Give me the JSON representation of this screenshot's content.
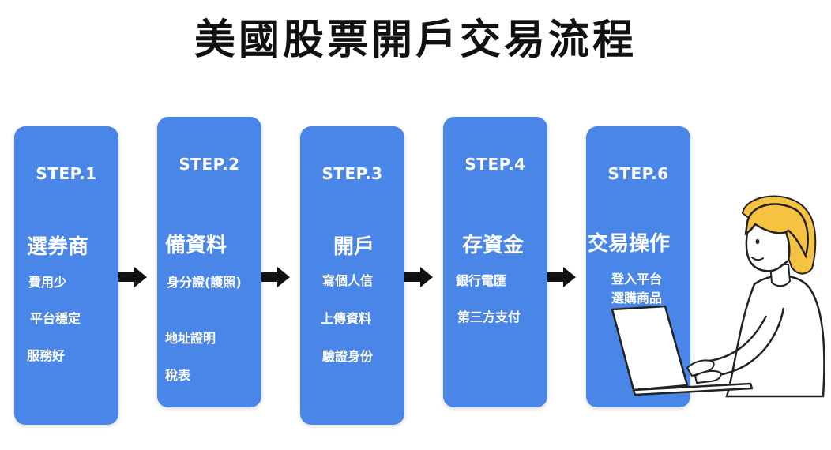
{
  "title": "美國股票開戶交易流程",
  "steps": [
    {
      "label": "STEP.1",
      "heading": "選券商",
      "items": [
        "費用少",
        "平台穩定",
        "服務好"
      ]
    },
    {
      "label": "STEP.2",
      "heading": "備資料",
      "items": [
        "身分證(護照)",
        "地址證明",
        "稅表"
      ]
    },
    {
      "label": "STEP.3",
      "heading": "開戶",
      "items": [
        "寫個人信",
        "上傳資料",
        "驗證身份"
      ]
    },
    {
      "label": "STEP.4",
      "heading": "存資金",
      "items": [
        "銀行電匯",
        "第三方支付"
      ]
    },
    {
      "label": "STEP.6",
      "heading": "交易操作",
      "items": [
        "登入平台",
        "選購商品"
      ]
    }
  ],
  "colors": {
    "card": "#4a86e8",
    "text": "#ffffff",
    "arrow": "#111111",
    "hair": "#f5c242"
  },
  "illustration": "woman-using-laptop-icon"
}
